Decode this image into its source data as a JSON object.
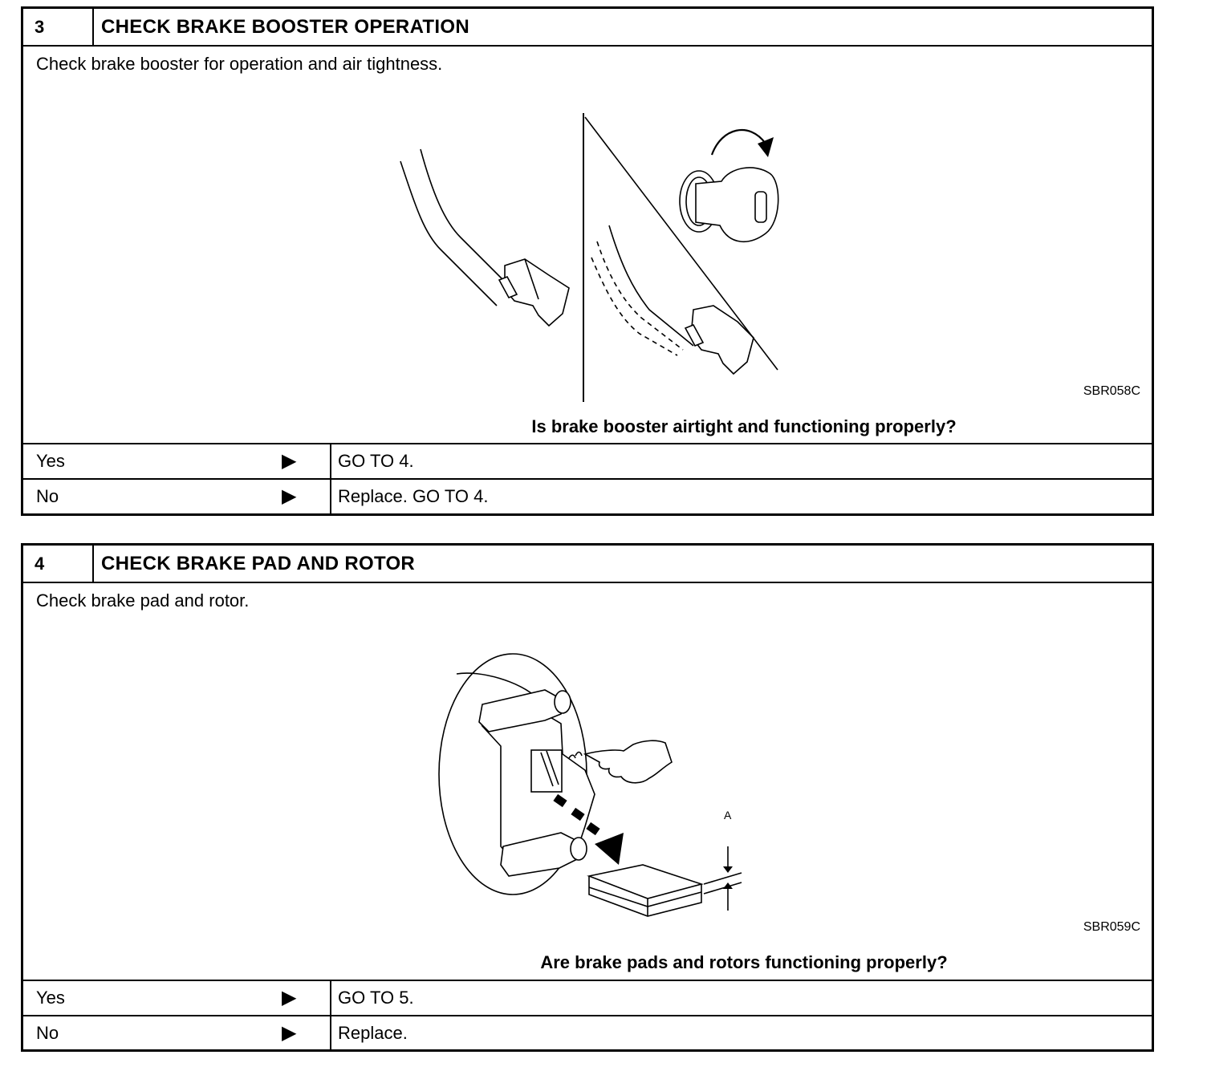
{
  "steps": [
    {
      "number": "3",
      "title": "CHECK BRAKE BOOSTER OPERATION",
      "instruction": "Check brake booster for operation and air tightness.",
      "figure_code": "SBR058C",
      "question": "Is brake booster airtight and functioning properly?",
      "answers": [
        {
          "label": "Yes",
          "arrow": "▶",
          "result": "GO TO 4."
        },
        {
          "label": "No",
          "arrow": "▶",
          "result": "Replace. GO TO 4."
        }
      ]
    },
    {
      "number": "4",
      "title": "CHECK BRAKE PAD AND ROTOR",
      "instruction": "Check brake pad and rotor.",
      "figure_code": "SBR059C",
      "figure_label": "A",
      "question": "Are brake pads and rotors functioning properly?",
      "answers": [
        {
          "label": "Yes",
          "arrow": "▶",
          "result": "GO TO 5."
        },
        {
          "label": "No",
          "arrow": "▶",
          "result": "Replace."
        }
      ]
    }
  ]
}
